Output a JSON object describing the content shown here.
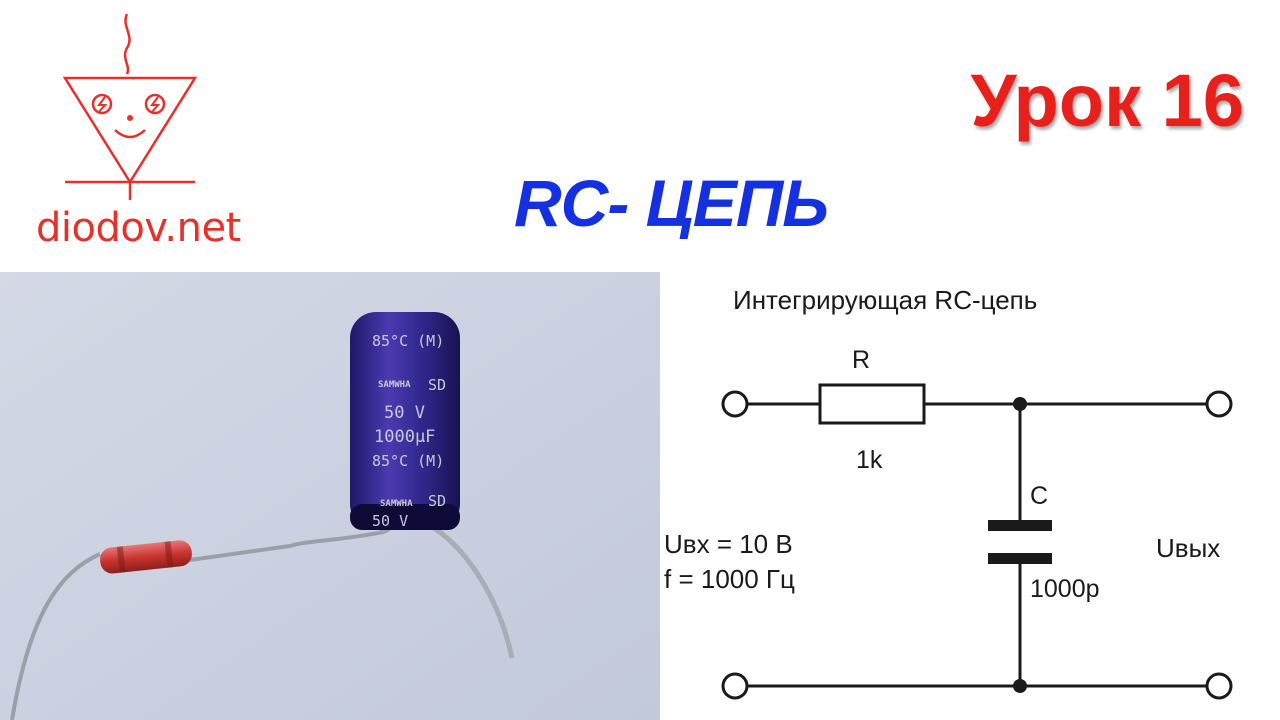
{
  "logo": {
    "text": "diodov.net",
    "icon": "diode-face-icon"
  },
  "lesson_title": "Урок 16",
  "topic_title": "RC- ЦЕПЬ",
  "photo": {
    "capacitor_lines": [
      "85°C (M)",
      "SAMWHA",
      "SD",
      "50  V",
      "1000µF",
      "85°C (M)",
      "SAMWHA",
      "SD",
      "50 V"
    ]
  },
  "schematic": {
    "heading": "Интегрирующая RC-цепь",
    "resistor_label": "R",
    "resistor_value": "1k",
    "capacitor_label": "C",
    "capacitor_value": "1000p",
    "input_voltage": "Uвх = 10 В",
    "input_frequency": "f = 1000 Гц",
    "output_label": "Uвых"
  },
  "colors": {
    "brand_red": "#e8302a",
    "title_blue": "#1530e0"
  }
}
